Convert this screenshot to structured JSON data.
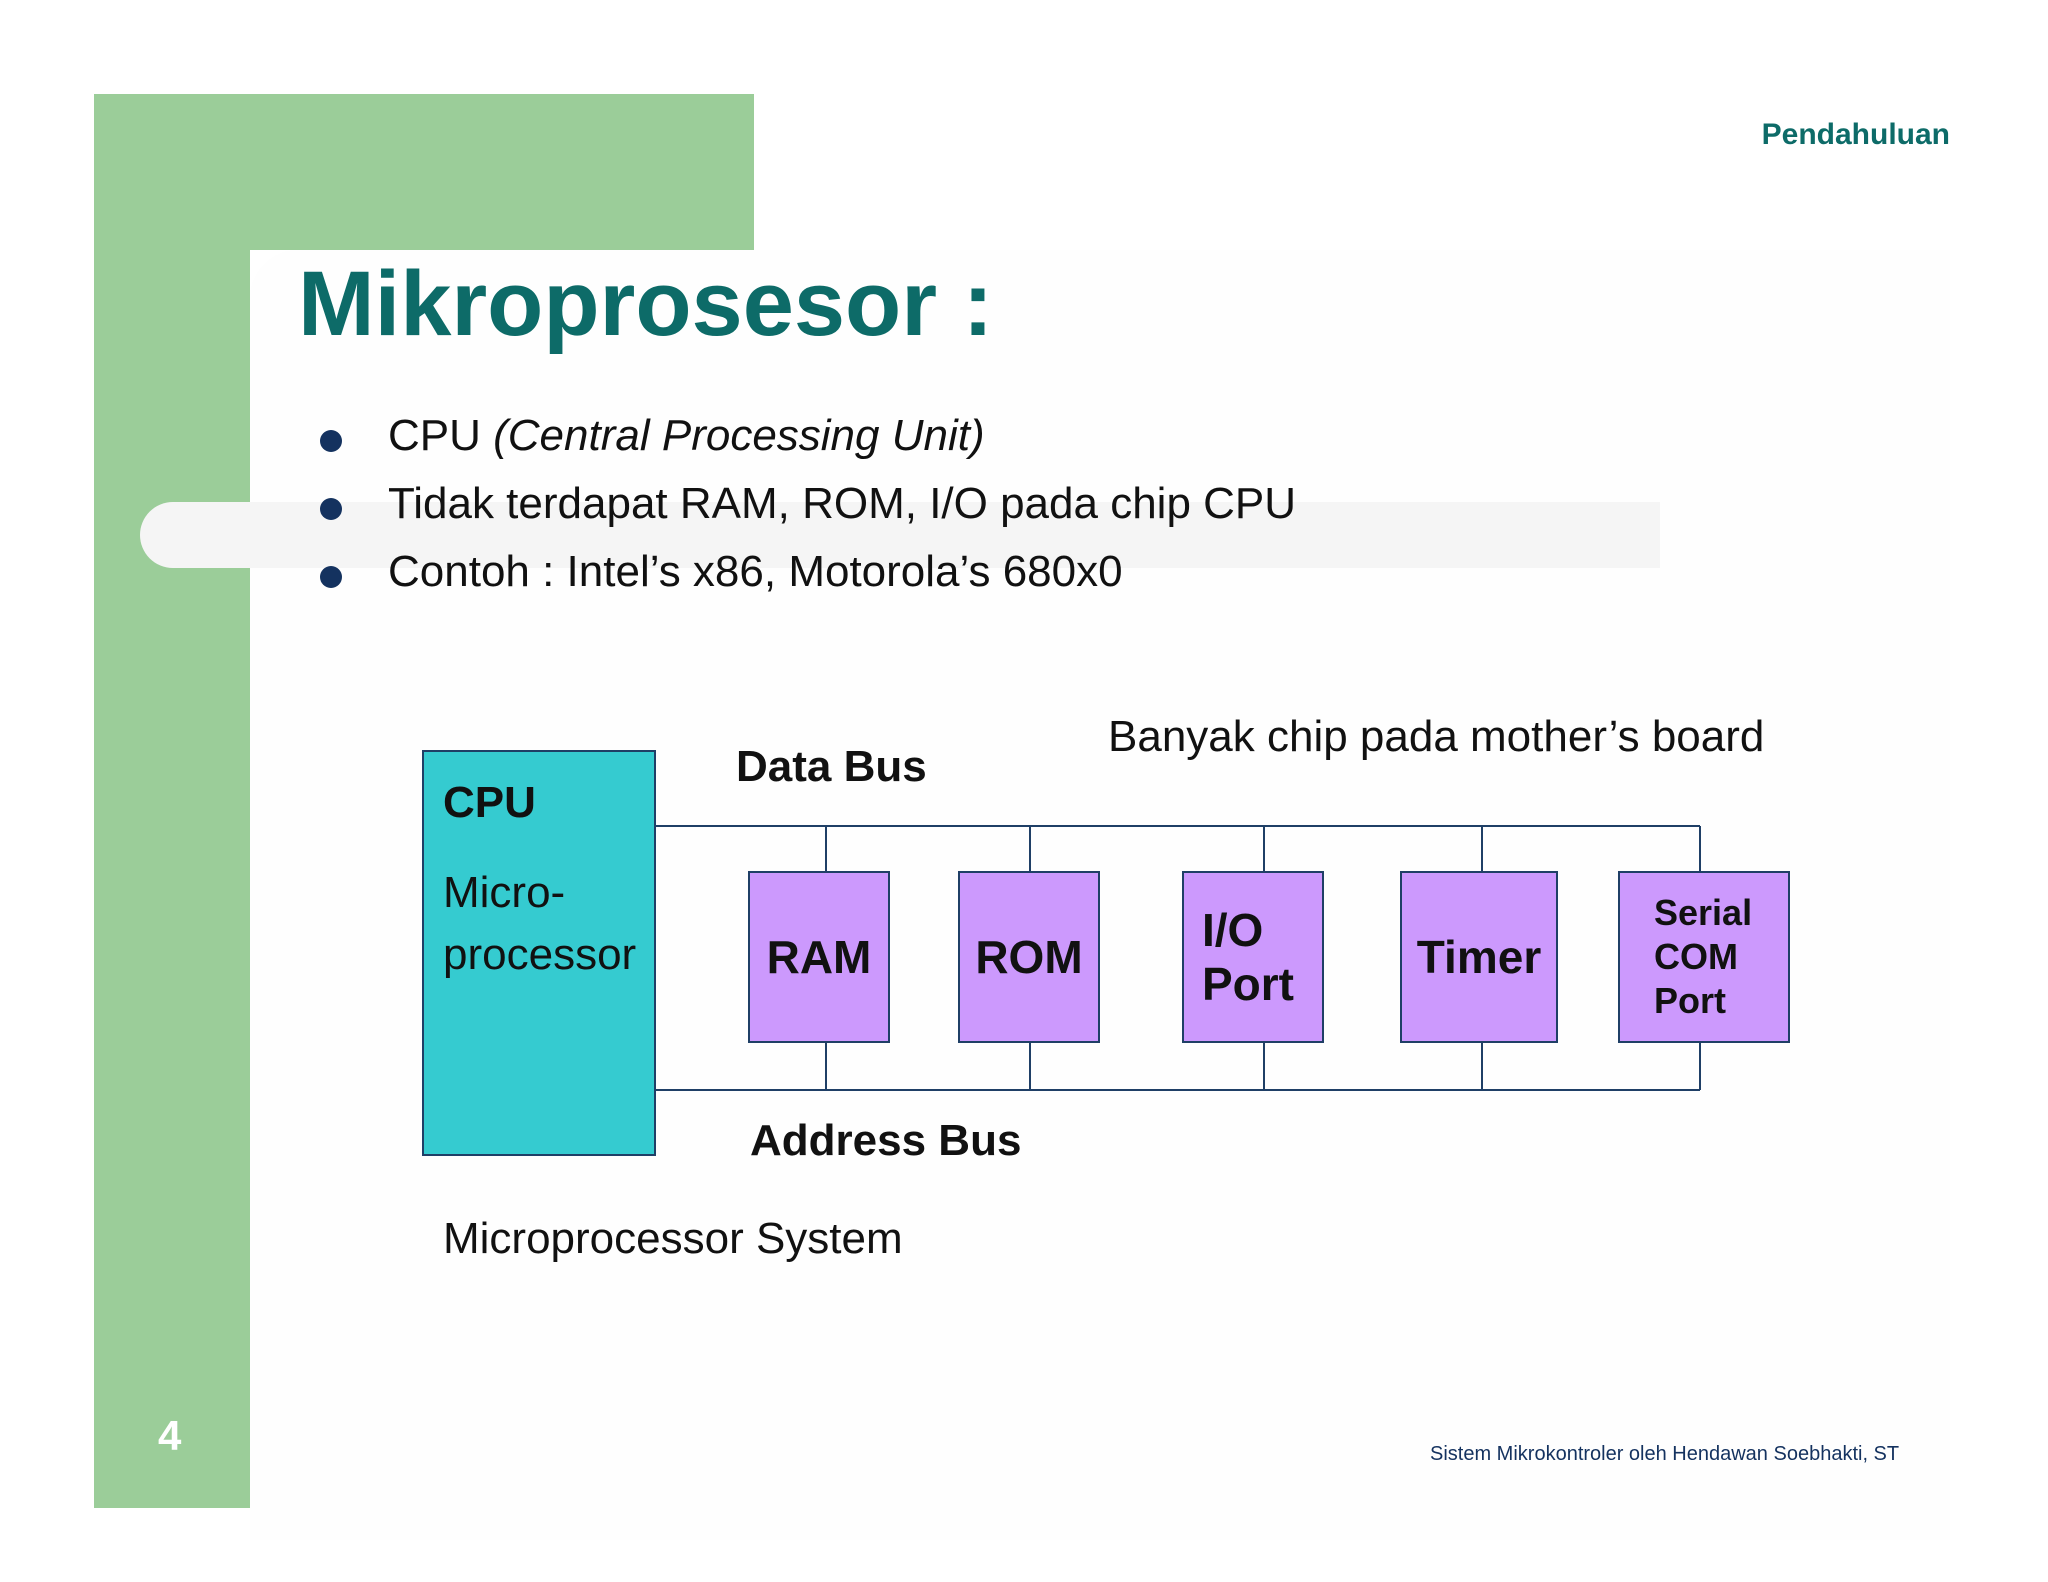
{
  "header": {
    "section": "Pendahuluan"
  },
  "slide": {
    "title": "Mikroprosesor :",
    "bullets": [
      {
        "text": "CPU ",
        "italic": "(Central Processing Unit)"
      },
      {
        "text": "Tidak terdapat RAM, ROM, I/O pada chip CPU",
        "italic": ""
      },
      {
        "text": "Contoh : Intel’s x86, Motorola’s 680x0",
        "italic": ""
      }
    ]
  },
  "diagram": {
    "cpu": {
      "title": "CPU",
      "line1": "Micro-",
      "line2": "processor"
    },
    "data_bus_label": "Data Bus",
    "address_bus_label": "Address Bus",
    "board_note": "Banyak chip pada mother’s board",
    "caption": "Microprocessor System",
    "chips": [
      {
        "lines": [
          "RAM"
        ]
      },
      {
        "lines": [
          "ROM"
        ]
      },
      {
        "lines": [
          "I/O",
          "Port"
        ]
      },
      {
        "lines": [
          "Timer"
        ]
      },
      {
        "lines": [
          "Serial",
          "COM",
          "Port"
        ]
      }
    ],
    "colors": {
      "cpu_fill": "#35cbd0",
      "chip_fill": "#cc99fd",
      "line": "#1f3f66"
    }
  },
  "footer": {
    "page_number": "4",
    "credit": "Sistem Mikrokontroler oleh Hendawan Soebhakti, ST"
  },
  "theme": {
    "accent_green": "#9bcd99",
    "title_color": "#0d6b68"
  }
}
